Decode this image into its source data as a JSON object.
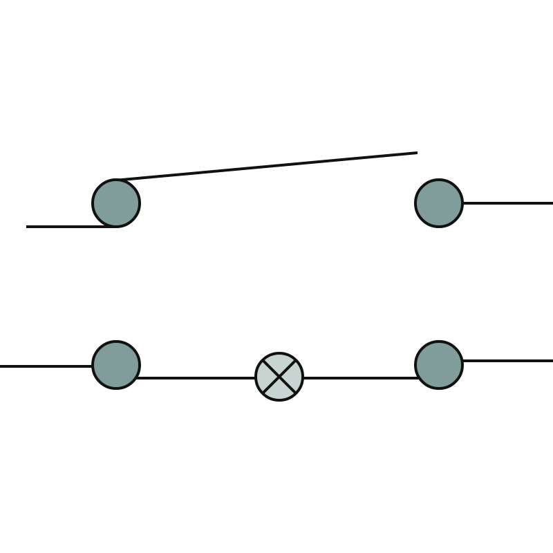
{
  "diagram": {
    "type": "circuit-schematic",
    "components": [
      {
        "id": "switch",
        "kind": "single-pole switch",
        "state": "open"
      },
      {
        "id": "lamp",
        "kind": "lamp"
      },
      {
        "id": "terminals",
        "count": 4
      }
    ]
  },
  "colors": {
    "terminal_fill": "#809c9b",
    "lamp_fill": "#c8d4d2",
    "wire": "#111111",
    "background": "#ffffff"
  }
}
